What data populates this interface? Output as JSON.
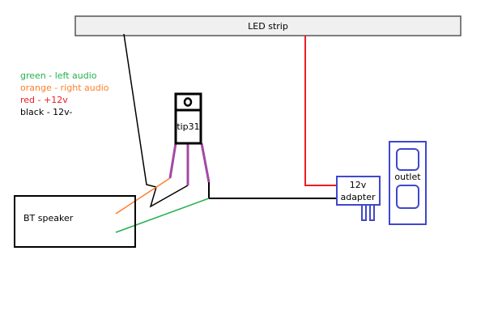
{
  "colors": {
    "green": "#22b14c",
    "orange": "#ff7f27",
    "red": "#ed1c24",
    "black": "#000000",
    "purple": "#a349a4",
    "blue": "#3f48cc",
    "strip_fill": "#f0f0f0"
  },
  "legend": [
    {
      "text": "green - left audio",
      "color": "green"
    },
    {
      "text": "orange - right audio",
      "color": "orange"
    },
    {
      "text": "red - +12v",
      "color": "red"
    },
    {
      "text": "black - 12v-",
      "color": "black"
    }
  ],
  "components": {
    "led_strip": "LED strip",
    "transistor": "tip31",
    "speaker": "BT speaker",
    "adapter_line1": "12v",
    "adapter_line2": "adapter",
    "outlet": "outlet"
  }
}
